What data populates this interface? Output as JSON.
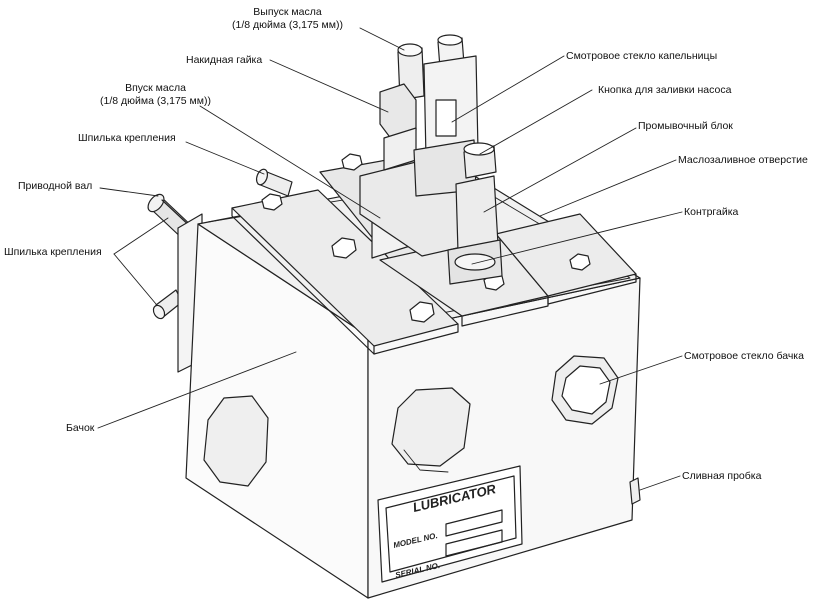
{
  "labels": {
    "oil_outlet_line1": "Выпуск масла",
    "oil_outlet_line2": "(1/8 дюйма (3,175 мм))",
    "union_nut": "Накидная гайка",
    "oil_inlet_line1": "Впуск масла",
    "oil_inlet_line2": "(1/8 дюйма (3,175 мм))",
    "mounting_stud_top": "Шпилька крепления",
    "drive_shaft": "Приводной вал",
    "mounting_stud_left": "Шпилька крепления",
    "reservoir": "Бачок",
    "drip_sight_glass": "Смотровое стекло капельницы",
    "pump_prime_button": "Кнопка для заливки насоса",
    "flush_block": "Промывочный блок",
    "oil_fill_hole": "Маслозаливное отверстие",
    "locknut": "Контргайка",
    "reservoir_sight_glass": "Смотровое стекло бачка",
    "drain_plug": "Сливная пробка"
  },
  "nameplate": {
    "title": "LUBRICATOR",
    "model_label": "MODEL NO.",
    "serial_label": "SERIAL NO."
  }
}
